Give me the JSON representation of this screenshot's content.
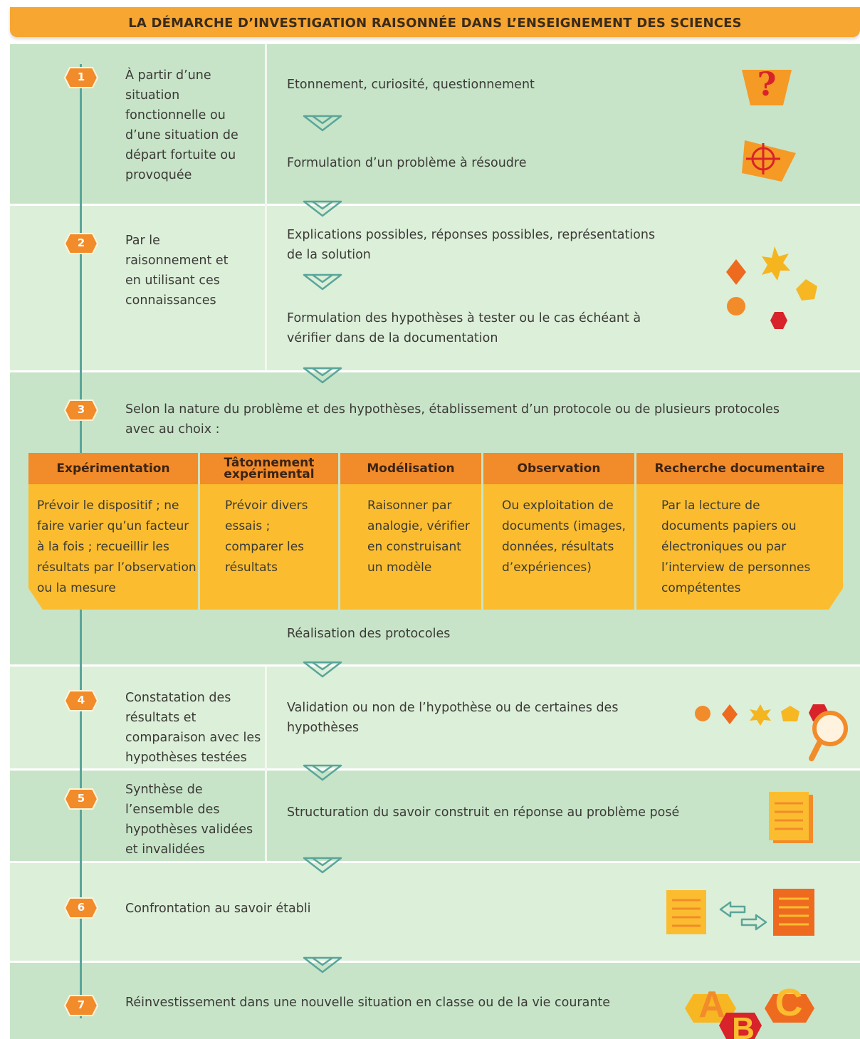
{
  "title": "LA DÉMARCHE D’INVESTIGATION RAISONNÉE DANS L’ENSEIGNEMENT DES SCIENCES",
  "colors": {
    "banner": "#f6a631",
    "band_dark": "#c7e4c8",
    "band_light": "#dcefd9",
    "badge": "#f28b2a",
    "timeline": "#5aa59a",
    "table_header": "#f28b2a",
    "table_cell": "#fbbd2f"
  },
  "steps": [
    {
      "number": "1",
      "left_text": "À partir d’une\nsituation\nfonctionnelle ou\nd’une situation de\ndépart fortuite ou\nprovoquée",
      "right": [
        "Etonnement, curiosité, questionnement",
        "Formulation d’un problème à résoudre"
      ],
      "icons": [
        "question-icon",
        "target-icon"
      ]
    },
    {
      "number": "2",
      "left_text": "Par le\nraisonnement et\nen utilisant ces\nconnaissances",
      "right": [
        "Explications possibles, réponses possibles, représentations\nde la solution",
        "Formulation des hypothèses à tester ou le cas échéant à\nvérifier dans de la documentation"
      ],
      "icons": [
        "shapes-icon"
      ]
    },
    {
      "number": "3",
      "intro": "Selon la nature du problème et des hypothèses, établissement d’un protocole ou de plusieurs protocoles\navec au choix :",
      "table": [
        {
          "header": "Expérimentation",
          "body": "Prévoir le dispositif ; ne\nfaire varier qu’un facteur\nà la fois ; recueillir les\nrésultats par l’observation\nou la mesure"
        },
        {
          "header": "Tâtonnement\nexpérimental",
          "body": "Prévoir divers\nessais ;\ncomparer les\nrésultats"
        },
        {
          "header": "Modélisation",
          "body": "Raisonner par\nanalogie, vérifier\nen construisant\nun modèle"
        },
        {
          "header": "Observation",
          "body": "Ou exploitation de\ndocuments (images,\ndonnées, résultats\nd’expériences)"
        },
        {
          "header": "Recherche documentaire",
          "body": "Par la lecture de\ndocuments papiers ou\nélectroniques ou par\nl’interview de personnes\ncompétentes"
        }
      ],
      "outro": "Réalisation des protocoles"
    },
    {
      "number": "4",
      "left_text": "Constatation des\nrésultats et\ncomparaison avec les\nhypothèses testées",
      "right": [
        "Validation ou non de l’hypothèse ou de certaines des\nhypothèses"
      ],
      "icons": [
        "shapes-row-icon",
        "magnifier-icon"
      ]
    },
    {
      "number": "5",
      "left_text": "Synthèse de\nl’ensemble des\nhypothèses validées\net invalidées",
      "right": [
        "Structuration du savoir construit en réponse au problème posé"
      ],
      "icons": [
        "document-icon"
      ]
    },
    {
      "number": "6",
      "text": "Confrontation au savoir établi",
      "icons": [
        "document-icon",
        "exchange-arrows-icon",
        "document-icon"
      ]
    },
    {
      "number": "7",
      "text": "Réinvestissement dans une nouvelle situation en classe ou de la vie courante",
      "icons": [
        "abc-blocks-icon"
      ],
      "abc": [
        "A",
        "B",
        "C"
      ]
    }
  ]
}
